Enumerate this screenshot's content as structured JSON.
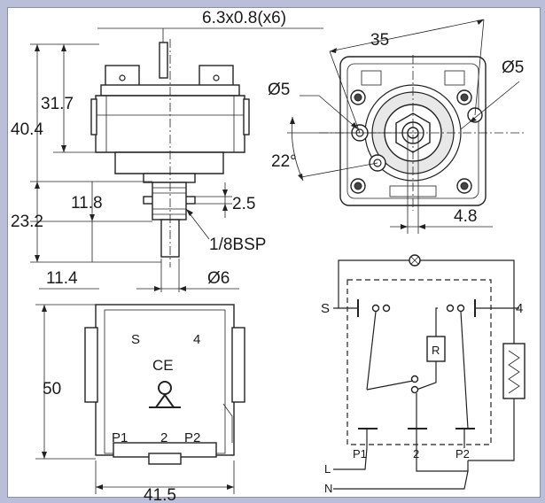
{
  "dimensions": {
    "terminals": "6.3x0.8(x6)",
    "height_body": "31.7",
    "height_total": "40.4",
    "shaft_step": "11.8",
    "shaft_length": "23.2",
    "shaft_tip": "11.4",
    "nut": "2.5",
    "thread": "1/8BSP",
    "shaft_dia": "Ø6",
    "hole_spacing": "35",
    "hole_dia_left": "Ø5",
    "hole_dia_right": "Ø5",
    "angle": "22°",
    "flat": "4.8",
    "front_height": "50",
    "front_width": "41.5"
  },
  "front_face": {
    "s": "S",
    "four": "4",
    "ce": "CE",
    "p1": "P1",
    "two": "2",
    "p2": "P2"
  },
  "schematic": {
    "s": "S",
    "four": "4",
    "r": "R",
    "p1": "P1",
    "two": "2",
    "p2": "P2",
    "l": "L",
    "n": "N"
  }
}
